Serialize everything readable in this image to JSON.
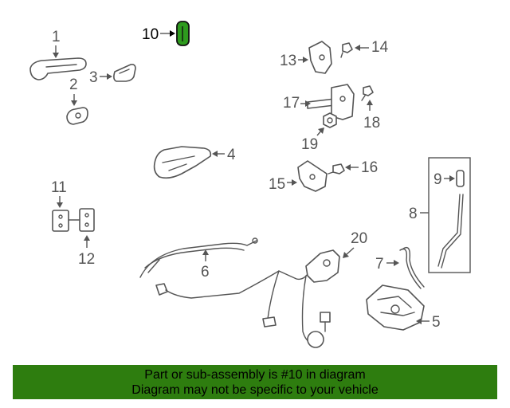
{
  "diagram": {
    "callouts": [
      {
        "id": "1",
        "label": "1"
      },
      {
        "id": "2",
        "label": "2"
      },
      {
        "id": "3",
        "label": "3"
      },
      {
        "id": "4",
        "label": "4"
      },
      {
        "id": "5",
        "label": "5"
      },
      {
        "id": "6",
        "label": "6"
      },
      {
        "id": "7",
        "label": "7"
      },
      {
        "id": "8",
        "label": "8"
      },
      {
        "id": "9",
        "label": "9"
      },
      {
        "id": "10",
        "label": "10"
      },
      {
        "id": "11",
        "label": "11"
      },
      {
        "id": "12",
        "label": "12"
      },
      {
        "id": "13",
        "label": "13"
      },
      {
        "id": "14",
        "label": "14"
      },
      {
        "id": "15",
        "label": "15"
      },
      {
        "id": "16",
        "label": "16"
      },
      {
        "id": "17",
        "label": "17"
      },
      {
        "id": "18",
        "label": "18"
      },
      {
        "id": "19",
        "label": "19"
      },
      {
        "id": "20",
        "label": "20"
      }
    ],
    "highlighted_part": "10",
    "highlight_color": "#2e9b1e",
    "line_color": "#555555"
  },
  "banner": {
    "line1": "Part or sub-assembly is #10 in diagram",
    "line2": "Diagram may not be specific to your vehicle",
    "background_color": "#2e7d0f"
  }
}
